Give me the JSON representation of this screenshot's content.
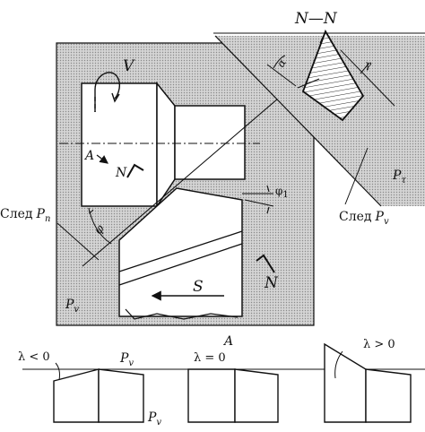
{
  "labels": {
    "section_name": "N—N",
    "velocity": "V",
    "point_a": "A",
    "view_n_main": "N",
    "view_n_lower": "N",
    "view_n_section": "N",
    "feed": "S",
    "angle_alpha": "α",
    "angle_gamma": "γ",
    "angle_phi": "φ",
    "angle_phi1": "φ",
    "angle_phi1_sub": "1",
    "trace_pn_word": "След",
    "trace_pn_letter": "P",
    "trace_pn_sub": "n",
    "trace_pv_word": "След",
    "trace_pv_letter": "P",
    "trace_pv_sub": "v",
    "plane_pv_main": "P",
    "plane_pv_main_sub": "v",
    "plane_ptau": "P",
    "plane_ptau_sub": "τ",
    "view_a": "A",
    "lambda_neg": "λ < 0",
    "lambda_zero": "λ = 0",
    "lambda_pos": "λ > 0",
    "pv_lower_1": "P",
    "pv_lower_1_sub": "v",
    "pv_lower_2": "P",
    "pv_lower_2_sub": "v"
  },
  "colors": {
    "stipple": "#c9c9c9",
    "stipple_dot": "#8a8a8a",
    "ink": "#111111",
    "paper": "#ffffff"
  }
}
